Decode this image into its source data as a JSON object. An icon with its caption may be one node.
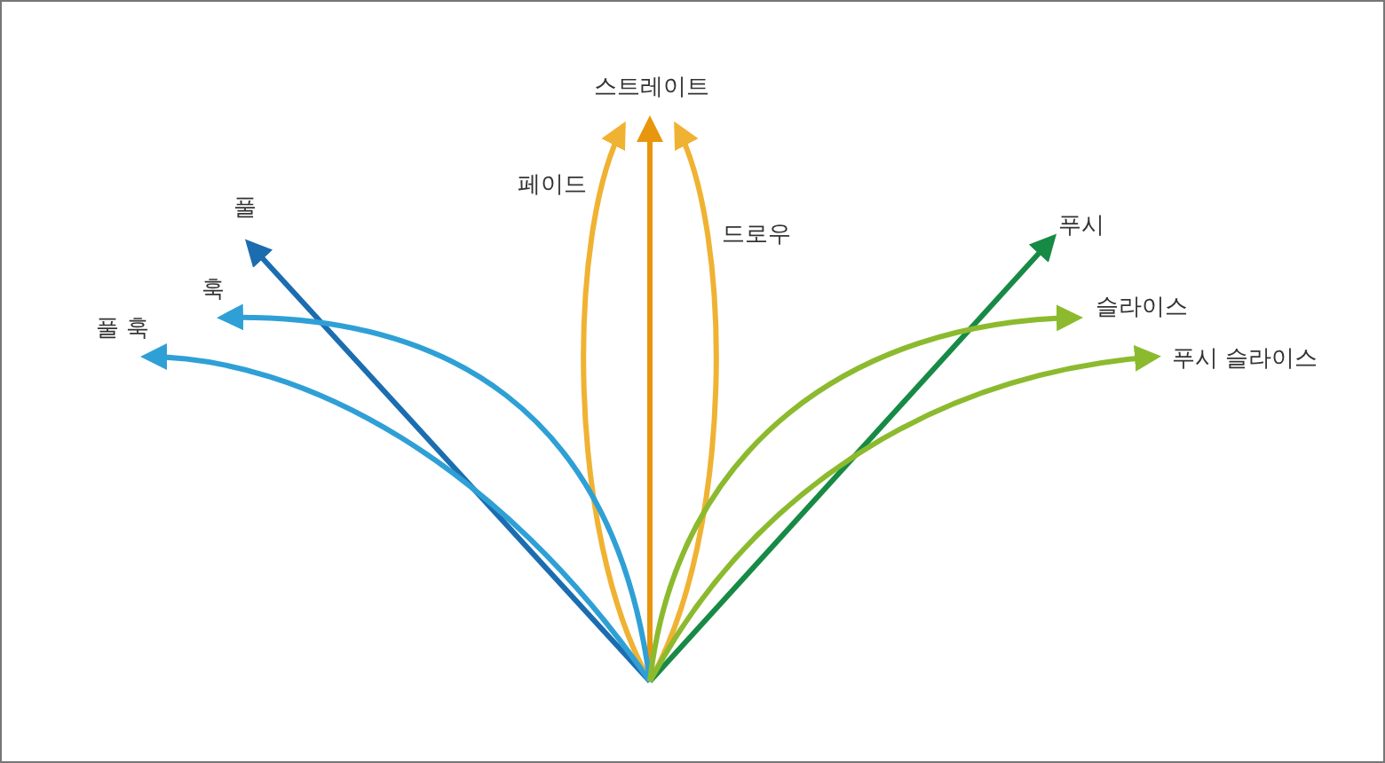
{
  "diagram": {
    "nodes": [
      {
        "text": [
          "스트레이트"
        ]
      },
      {
        "text": [
          "풀"
        ]
      },
      {
        "text": [
          "페이드"
        ]
      },
      {
        "text": [
          "푸시"
        ]
      },
      {
        "text": [
          "드로우"
        ]
      },
      {
        "text": [
          "훅"
        ]
      },
      {
        "text": [
          "슬라이스"
        ]
      },
      {
        "text": [
          "풀 훅"
        ]
      },
      {
        "text": [
          "푸시 슬라이스"
        ]
      }
    ],
    "edges": [
      {
        "from": null,
        "to": 0,
        "arrow": "to",
        "color": "#e8960e"
      },
      {
        "from": null,
        "to": 2,
        "arrow": "to",
        "color": "#f0b232"
      },
      {
        "from": null,
        "to": 4,
        "arrow": "to",
        "color": "#f0b232"
      },
      {
        "from": null,
        "to": 1,
        "arrow": "to",
        "color": "#1b6db0"
      },
      {
        "from": null,
        "to": 5,
        "arrow": "to",
        "color": "#2fa0d6"
      },
      {
        "from": null,
        "to": 7,
        "arrow": "to",
        "color": "#2fa0d6"
      },
      {
        "from": null,
        "to": 3,
        "arrow": "to",
        "color": "#178a45"
      },
      {
        "from": null,
        "to": 6,
        "arrow": "to",
        "color": "#8cba2e"
      },
      {
        "from": null,
        "to": 8,
        "arrow": "to",
        "color": "#8cba2e"
      }
    ]
  }
}
